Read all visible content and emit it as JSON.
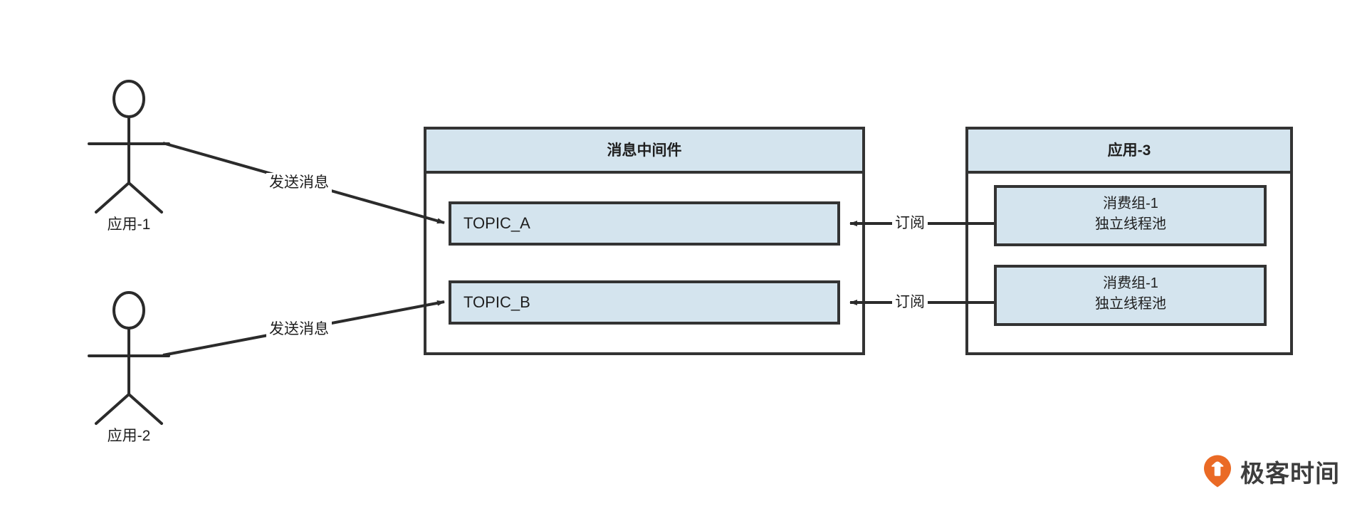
{
  "diagram": {
    "title_internal": "消息中间件发布订阅示意图",
    "colors": {
      "box_fill": "#d4e4ee",
      "panel_border": "#333333",
      "line": "#2b2b2b",
      "background": "#ffffff",
      "logo_orange": "#ea6a25",
      "wordmark_gray": "#3d3d3d"
    },
    "actors": [
      {
        "id": "app-1",
        "label": "应用-1"
      },
      {
        "id": "app-2",
        "label": "应用-2"
      }
    ],
    "edges": [
      {
        "id": "send-1",
        "label": "发送消息",
        "from": "应用-1",
        "to": "TOPIC_A"
      },
      {
        "id": "send-2",
        "label": "发送消息",
        "from": "应用-2",
        "to": "TOPIC_B"
      },
      {
        "id": "sub-1",
        "label": "订阅",
        "from": "消费组-1",
        "to": "TOPIC_A"
      },
      {
        "id": "sub-2",
        "label": "订阅",
        "from": "消费组-1",
        "to": "TOPIC_B"
      }
    ],
    "broker": {
      "title": "消息中间件",
      "topics": [
        {
          "id": "topic-a",
          "label": "TOPIC_A"
        },
        {
          "id": "topic-b",
          "label": "TOPIC_B"
        }
      ]
    },
    "consumer_app": {
      "title": "应用-3",
      "groups": [
        {
          "id": "consumer-group-1",
          "line1": "消费组-1",
          "line2": "独立线程池"
        },
        {
          "id": "consumer-group-2",
          "line1": "消费组-1",
          "line2": "独立线程池"
        }
      ]
    },
    "logo": {
      "wordmark": "极客时间",
      "mark_name": "geekbang-pin-logo"
    }
  }
}
